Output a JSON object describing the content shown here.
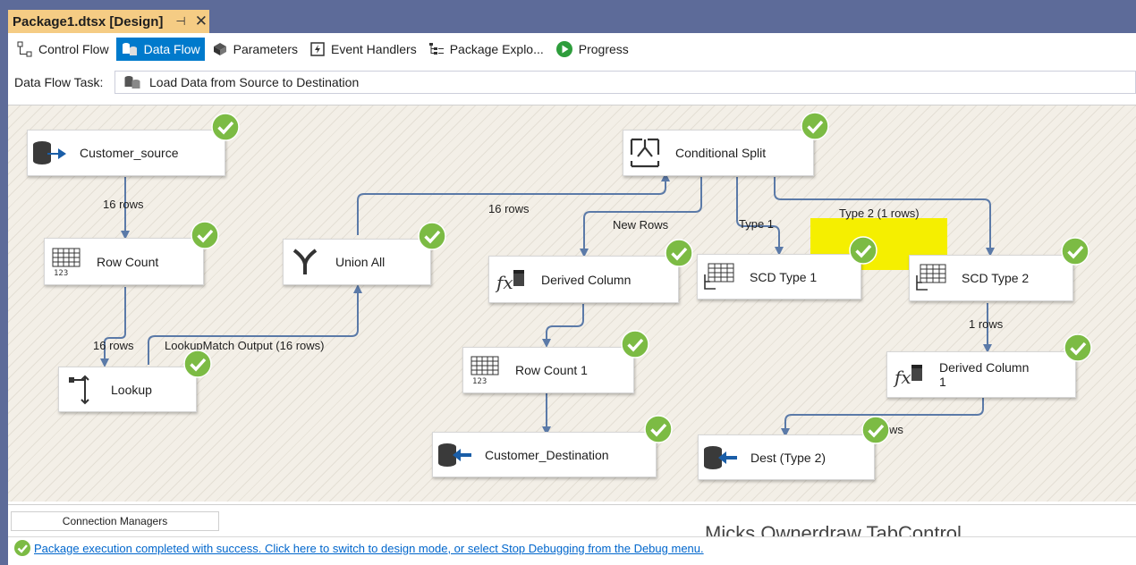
{
  "document_tab": {
    "title": "Package1.dtsx [Design]",
    "pin": "⊣",
    "close": "✕"
  },
  "designer_tabs": [
    {
      "label": "Control Flow",
      "icon": "control-flow-icon",
      "active": false
    },
    {
      "label": "Data Flow",
      "icon": "data-flow-icon",
      "active": true
    },
    {
      "label": "Parameters",
      "icon": "parameters-icon",
      "active": false
    },
    {
      "label": "Event Handlers",
      "icon": "event-handlers-icon",
      "active": false
    },
    {
      "label": "Package Explo...",
      "icon": "package-explorer-icon",
      "active": false
    },
    {
      "label": "Progress",
      "icon": "progress-icon",
      "active": false
    }
  ],
  "data_flow_task": {
    "label": "Data Flow Task:",
    "value": "Load Data from Source to Destination"
  },
  "components": {
    "customer_source": "Customer_source",
    "row_count": "Row Count",
    "lookup": "Lookup",
    "union_all": "Union All",
    "conditional_split": "Conditional Split",
    "derived_column": "Derived Column",
    "row_count_1": "Row Count 1",
    "customer_destination": "Customer_Destination",
    "scd_type_1": "SCD Type 1",
    "scd_type_2": "SCD Type 2",
    "derived_column_1": "Derived Column",
    "derived_column_1_suffix": "1",
    "dest_type_2": "Dest (Type 2)"
  },
  "path_labels": {
    "source_to_rowcount": "16 rows",
    "rowcount_to_lookup": "16 rows",
    "lookup_outputs": "LookupMatch Output (16 rows)",
    "union_to_split": "16 rows",
    "new_rows": "New Rows",
    "type_1": "Type 1",
    "type_2": "Type 2 (1 rows)",
    "scd2_to_derived": "1 rows",
    "derived1_to_dest_partial": "ws"
  },
  "bottom": {
    "connection_managers": "Connection Managers",
    "owner_draw_text": "Micks Ownerdraw TabControl"
  },
  "status": {
    "message": "Package execution completed with success. Click here to switch to design mode, or select Stop Debugging from the Debug menu."
  },
  "colors": {
    "frame": "#5d6b99",
    "doc_tab": "#f5cc84",
    "active_tab": "#007acc",
    "path": "#5b7aa8",
    "check": "#7cbb44",
    "highlight": "#f5ef00"
  }
}
